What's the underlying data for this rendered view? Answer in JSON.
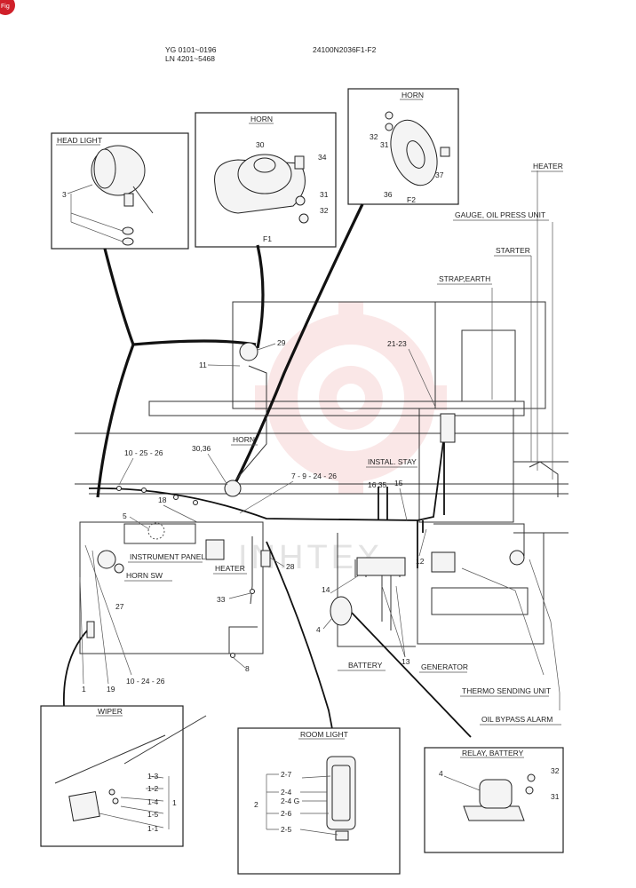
{
  "corner_badge": "Fig",
  "header": {
    "serial_line_1": "YG 0101~0196",
    "serial_line_2": "LN 4201~5468",
    "drawing_number": "24100N2036F1-F2"
  },
  "watermark": "INHTEX",
  "insets": {
    "head_light": {
      "title": "HEAD LIGHT",
      "callout": "3"
    },
    "horn_f1": {
      "title": "HORN",
      "variant": "F1",
      "callouts": [
        "30",
        "34",
        "31",
        "32"
      ]
    },
    "horn_f2": {
      "title": "HORN",
      "variant": "F2",
      "callouts": [
        "32",
        "31",
        "36",
        "37"
      ]
    },
    "wiper": {
      "title": "WIPER",
      "callouts": [
        "1-3",
        "1-2",
        "1-4",
        "1-5",
        "1-1"
      ],
      "group": "1"
    },
    "room_light": {
      "title": "ROOM LIGHT",
      "callouts": [
        "2-7",
        "2-4",
        "2-4 G",
        "2-6",
        "2-5"
      ],
      "group": "2"
    },
    "relay_battery": {
      "title": "RELAY, BATTERY",
      "callouts": [
        "4",
        "32",
        "31"
      ]
    }
  },
  "labels": {
    "heater_top": "HEATER",
    "gauge_oil_press": "GAUGE, OIL PRESS UNIT",
    "starter": "STARTER",
    "strap_earth": "STRAP,EARTH",
    "horn_mid": "HORN",
    "instal_stay": "INSTAL. STAY",
    "instrument_panel": "INSTRUMENT PANEL",
    "heater_mid": "HEATER",
    "horn_sw": "HORN SW",
    "battery": "BATTERY",
    "generator": "GENERATOR",
    "thermo_sending": "THERMO SENDING UNIT",
    "oil_bypass": "OIL BYPASS ALARM"
  },
  "callouts": {
    "c29": "29",
    "c11": "11",
    "c21_23": "21-23",
    "c10_25_26": "10 - 25 - 26",
    "c30_36": "30,36",
    "c7_9_24_26": "7 - 9 - 24 - 26",
    "c16_35": "16 35",
    "c15": "15",
    "c18": "18",
    "c5": "5",
    "c12": "12",
    "c28": "28",
    "c27": "27",
    "c33": "33",
    "c14": "14",
    "c4": "4",
    "c13": "13",
    "c8": "8",
    "c1": "1",
    "c19": "19",
    "c10_24_26": "10 - 24 - 26"
  }
}
